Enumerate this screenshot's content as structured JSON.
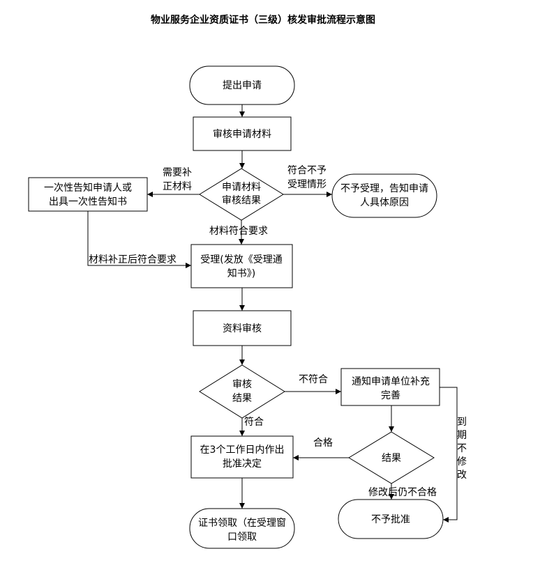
{
  "title": "物业服务企业资质证书（三级）核发审批流程示意图",
  "nodes": {
    "start": [
      "提出申请"
    ],
    "review_materials": [
      "审核申请材料"
    ],
    "review_result": [
      "申请材料",
      "审核结果"
    ],
    "notify_once": [
      "一次性告知申请人或",
      "出具一次性告知书"
    ],
    "reject_reason": [
      "不予受理，告知申请",
      "人具体原因"
    ],
    "accept": [
      "受理(发放《受理通",
      "知书》)"
    ],
    "data_review": [
      "资料审核"
    ],
    "check_result": [
      "审核",
      "结果"
    ],
    "notify_supplement": [
      "通知申请单位补充",
      "完善"
    ],
    "result": [
      "结果"
    ],
    "decision": [
      "在3个工作日内作出",
      "批准决定"
    ],
    "not_approved": [
      "不予批准"
    ],
    "collect": [
      "证书领取（在受理窗",
      "口领取"
    ]
  },
  "edges": {
    "need_supplement": [
      "需要补",
      "正材料"
    ],
    "not_acceptable": [
      "符合不予",
      "受理情形"
    ],
    "meets_requirements": "材料符合要求",
    "after_supplement": "材料补正后符合要求",
    "not_conform": "不符合",
    "conform": "符合",
    "qualified": "合格",
    "still_unqualified": "修改后仍不合格",
    "no_change_due": [
      "到",
      "期",
      "不",
      "修",
      "改"
    ]
  }
}
